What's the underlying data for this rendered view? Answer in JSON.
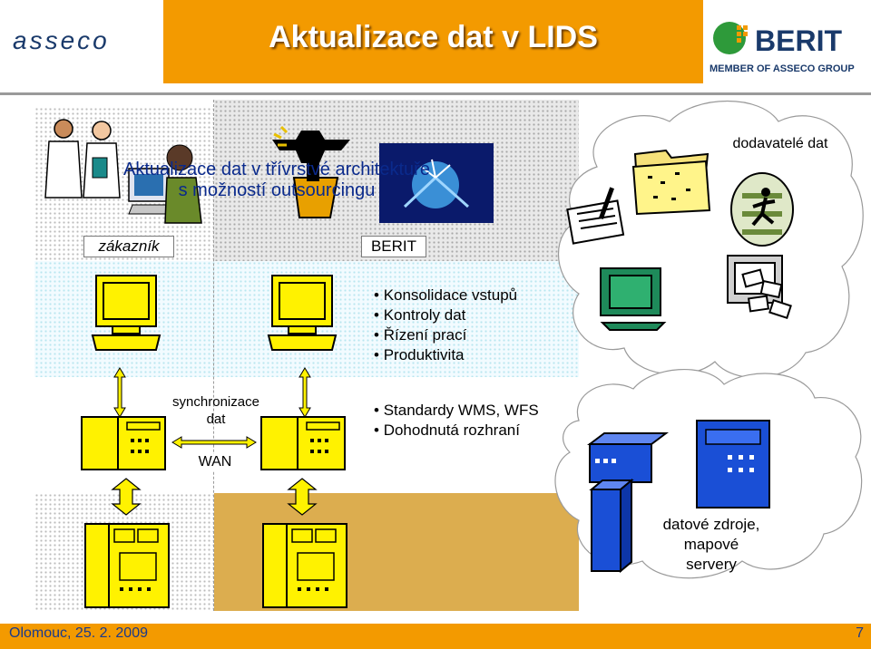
{
  "header": {
    "title": "Aktualizace dat v LIDS",
    "asseco_logo_text": "asseco",
    "berit_logo_text": "BERIT",
    "berit_member_text": "MEMBER OF ASSECO GROUP"
  },
  "diagram": {
    "subtitle_line1": "Aktualizace dat v třívrstvé architektuře",
    "subtitle_line2": "s možností outsourcingu",
    "customer_label": "zákazník",
    "berit_label": "BERIT",
    "berit_bullets": [
      "Konsolidace vstupů",
      "Kontroly dat",
      "Řízení prací",
      "Produktivita"
    ],
    "standards_bullets": [
      "Standardy WMS, WFS",
      "Dohodnutá rozhraní"
    ],
    "sync_label_line1": "synchronizace",
    "sync_label_line2": "dat",
    "wan_label": "WAN",
    "suppliers_label": "dodavatelé dat",
    "datasources_line1": "datové zdroje,",
    "datasources_line2": "mapové",
    "datasources_line3": "servery"
  },
  "footer": {
    "location_date": "Olomouc,  25. 2. 2009",
    "page_number": "7"
  },
  "colors": {
    "orange": "#f39a00",
    "navy_text": "#0a2a8c",
    "monitor_green": "#1e8a5a",
    "server_yellow": "#fff200",
    "server_blue": "#1a4fd6",
    "bottom_panel": "#dcad4f"
  },
  "icons": [
    "doctor-clipart-icon",
    "user-computer-clipart-icon",
    "tools-clipart-icon",
    "blue-hands-clipart-icon",
    "monitor-icon",
    "server-icon",
    "folder-icon",
    "notepad-icon",
    "running-man-icon",
    "mail-computer-icon",
    "double-arrow-icon"
  ]
}
